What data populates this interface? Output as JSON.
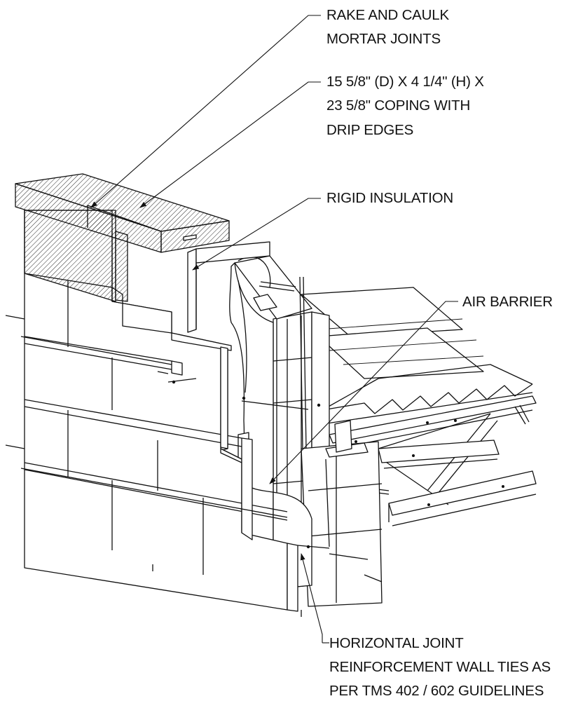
{
  "callouts": {
    "rake_caulk": [
      "RAKE AND CAULK",
      "MORTAR JOINTS"
    ],
    "coping": [
      "15 5/8\" (D) X  4 1/4\" (H) X",
      "23 5/8\" COPING WITH",
      "DRIP EDGES"
    ],
    "rigid_insulation": [
      "RIGID INSULATION"
    ],
    "air_barrier": [
      "AIR BARRIER"
    ],
    "joint_reinforcement": [
      "HORIZONTAL JOINT",
      "REINFORCEMENT WALL TIES AS",
      "PER TMS 402 / 602 GUIDELINES"
    ]
  }
}
